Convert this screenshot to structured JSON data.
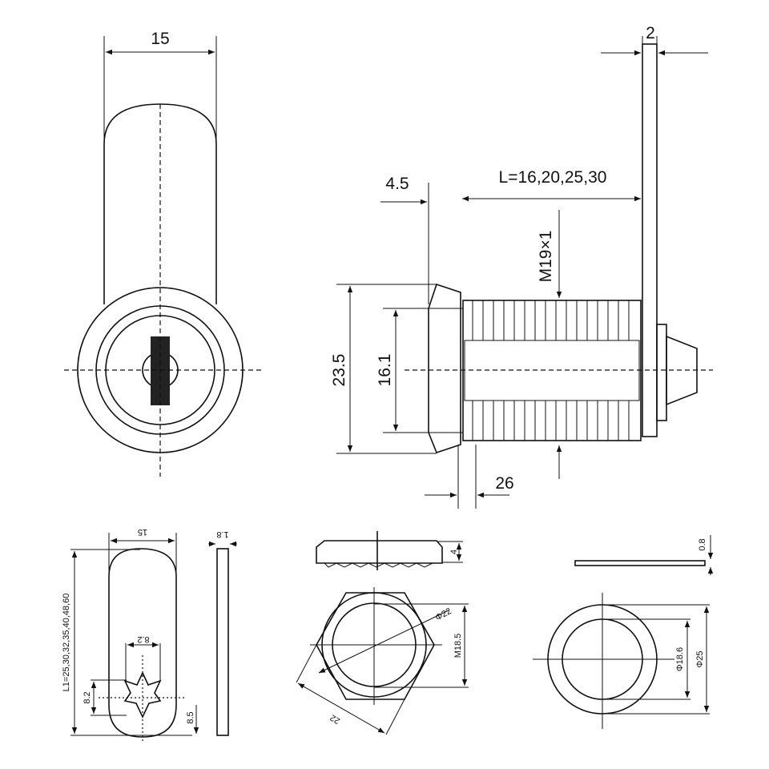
{
  "front_view": {
    "width_label": "15"
  },
  "side_view": {
    "cam_thickness_label": "2",
    "flange_label": "4.5",
    "length_label": "L=16,20,25,30",
    "thread_label": "M19×1",
    "flange_dia_label": "23.5",
    "body_dia_label": "16.1",
    "bottom_label": "26"
  },
  "cam": {
    "width_label": "15",
    "thickness_label": "1.8",
    "length_label": "L1=25,30,32,35,40,48,60",
    "hole_width_label": "8.2",
    "hole_height_label": "8.2",
    "offset_label": "8.5"
  },
  "nut": {
    "height_label": "4",
    "outer_dia_label": "Φ22",
    "thread_label": "M18.5",
    "across_flats_label": "22"
  },
  "washer": {
    "thickness_label": "0.8",
    "inner_dia_label": "Φ18.6",
    "outer_dia_label": "Φ25"
  }
}
